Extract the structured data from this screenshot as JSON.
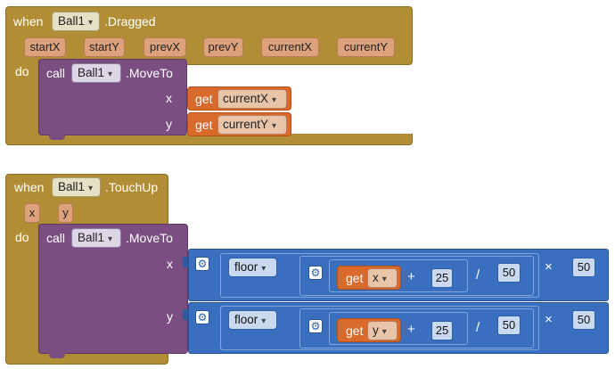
{
  "blocks": {
    "dragged": {
      "when": "when",
      "component": "Ball1",
      "event": ".Dragged",
      "params": [
        "startX",
        "startY",
        "prevX",
        "prevY",
        "currentX",
        "currentY"
      ],
      "do": "do",
      "call": {
        "label": "call",
        "component": "Ball1",
        "method": ".MoveTo",
        "x_label": "x",
        "y_label": "y",
        "x_get": "get",
        "x_var": "currentX",
        "y_get": "get",
        "y_var": "currentY"
      }
    },
    "touchup": {
      "when": "when",
      "component": "Ball1",
      "event": ".TouchUp",
      "params": [
        "x",
        "y"
      ],
      "do": "do",
      "call": {
        "label": "call",
        "component": "Ball1",
        "method": ".MoveTo",
        "x_label": "x",
        "y_label": "y"
      },
      "x_expr": {
        "func": "floor",
        "get": "get",
        "var": "x",
        "plus": "+",
        "add": "25",
        "div": "/",
        "divisor": "50",
        "times": "×",
        "multiplier": "50"
      },
      "y_expr": {
        "func": "floor",
        "get": "get",
        "var": "y",
        "plus": "+",
        "add": "25",
        "div": "/",
        "divisor": "50",
        "times": "×",
        "multiplier": "50"
      }
    }
  },
  "glyphs": {
    "caret": "▾",
    "gear": "⚙"
  },
  "colors": {
    "event": "#b18e35",
    "procedure": "#7b4e82",
    "variable": "#d96a2b",
    "math": "#3a6fbf"
  }
}
